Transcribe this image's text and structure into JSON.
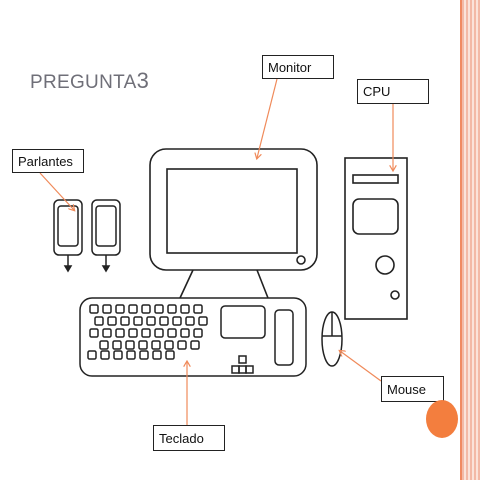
{
  "slide": {
    "title_text": "PREGUNTA",
    "title_number": "3"
  },
  "labels": {
    "monitor": "Monitor",
    "cpu": "CPU",
    "parlantes": "Parlantes",
    "mouse": "Mouse",
    "teclado": "Teclado"
  },
  "colors": {
    "arrow": "#f08a5a",
    "accent_dot": "#f37e3e",
    "side_stripe": "#f3b9a6",
    "title_text": "#6f6f78"
  }
}
